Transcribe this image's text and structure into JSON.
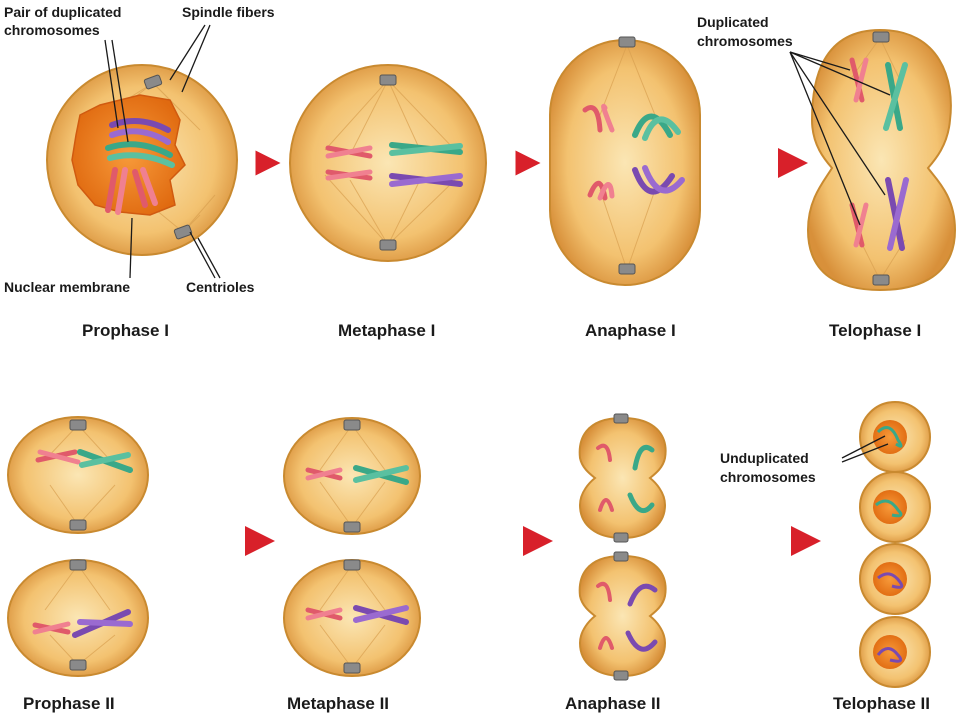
{
  "stages": {
    "prophase_1": "Prophase I",
    "metaphase_1": "Metaphase I",
    "anaphase_1": "Anaphase I",
    "telophase_1": "Telophase I",
    "prophase_2": "Prophase II",
    "metaphase_2": "Metaphase II",
    "anaphase_2": "Anaphase II",
    "telophase_2": "Telophase II"
  },
  "annotations": {
    "pair_line1": "Pair of duplicated",
    "pair_line2": "chromosomes",
    "spindle_fibers": "Spindle fibers",
    "nuclear_membrane": "Nuclear membrane",
    "centrioles": "Centrioles",
    "dup_line1": "Duplicated",
    "dup_line2": "chromosomes",
    "undup_line1": "Unduplicated",
    "undup_line2": "chromosomes"
  },
  "colors": {
    "cell_fill": "#f0b95a",
    "cell_rim": "#d0892a",
    "nucleus": "#f07820",
    "chromosome_red": "#e05a6a",
    "chromosome_green": "#3aa888",
    "chromosome_purple": "#7a4ab0",
    "arrow": "#d8202a",
    "centriole": "#8a8a8a"
  },
  "icons": [
    "centriole-icon",
    "arrow-icon"
  ]
}
